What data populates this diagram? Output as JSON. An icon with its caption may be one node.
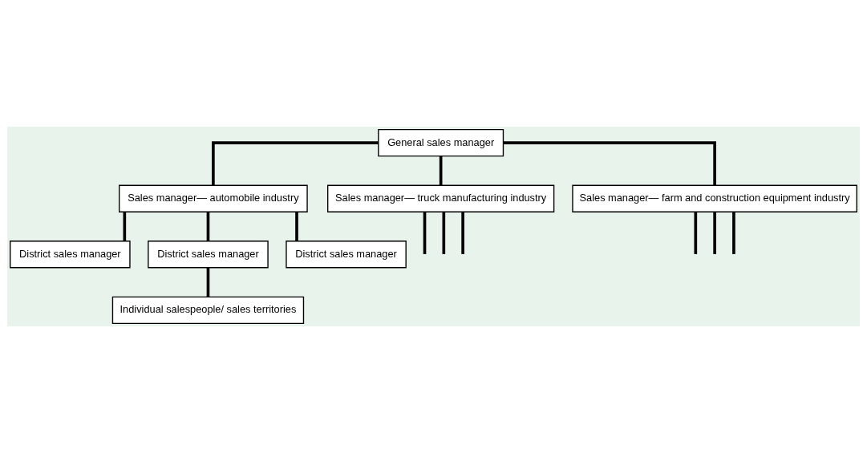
{
  "diagram": {
    "nodes": [
      {
        "text": [
          "General sales manager"
        ]
      },
      {
        "text": [
          "Sales manager— automobile industry"
        ]
      },
      {
        "text": [
          "Sales manager— truck manufacturing industry"
        ]
      },
      {
        "text": [
          "Sales manager— farm and construction equipment industry"
        ]
      },
      {
        "text": [
          "District sales manager"
        ]
      },
      {
        "text": [
          "District sales manager"
        ]
      },
      {
        "text": [
          "District sales manager"
        ]
      },
      {
        "text": [
          "Individual salespeople/ sales territories"
        ]
      }
    ],
    "edges": [
      {
        "from": 0,
        "to": 1,
        "arrow": "none"
      },
      {
        "from": 0,
        "to": 2,
        "arrow": "none"
      },
      {
        "from": 0,
        "to": 3,
        "arrow": "none"
      },
      {
        "from": 1,
        "to": 4,
        "arrow": "none"
      },
      {
        "from": 1,
        "to": 5,
        "arrow": "none"
      },
      {
        "from": 1,
        "to": 6,
        "arrow": "none"
      },
      {
        "from": 5,
        "to": 7,
        "arrow": "none"
      },
      {
        "from": 2,
        "to": null,
        "arrow": "none"
      },
      {
        "from": 2,
        "to": null,
        "arrow": "none"
      },
      {
        "from": 2,
        "to": null,
        "arrow": "none"
      },
      {
        "from": 3,
        "to": null,
        "arrow": "none"
      },
      {
        "from": 3,
        "to": null,
        "arrow": "none"
      },
      {
        "from": 3,
        "to": null,
        "arrow": "none"
      }
    ]
  }
}
